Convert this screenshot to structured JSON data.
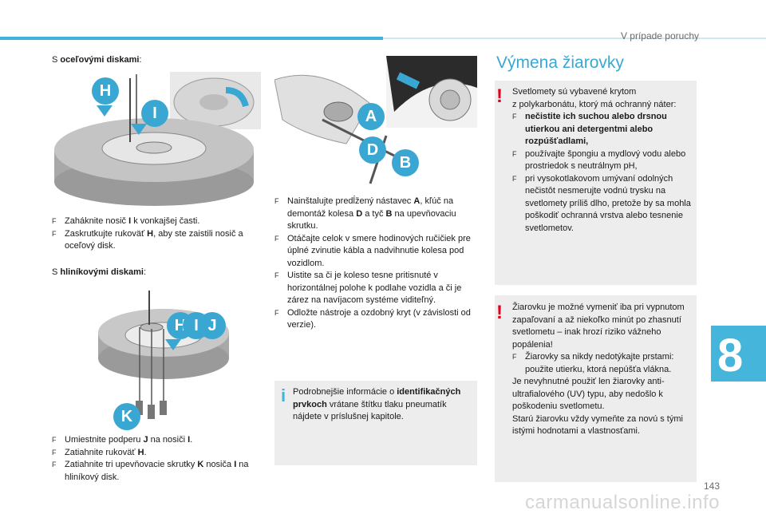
{
  "header": {
    "section_title": "V prípade poruchy"
  },
  "footer": {
    "page_number": "143",
    "watermark": "carmanualsonline.info"
  },
  "chapter": {
    "number": "8"
  },
  "col1": {
    "steel_intro_prefix": "S ",
    "steel_intro_bold": "oceľovými diskami",
    "steel_intro_suffix": ":",
    "steel_b1_a": "Zaháknite nosič ",
    "steel_b1_b": "I",
    "steel_b1_c": " k vonkajšej časti.",
    "steel_b2_a": "Zaskrutkujte rukoväť ",
    "steel_b2_b": "H",
    "steel_b2_c": ", aby ste zaistili nosič a oceľový disk.",
    "alu_intro_prefix": "S ",
    "alu_intro_bold": "hliníkovými diskami",
    "alu_intro_suffix": ":",
    "alu_b1_a": "Umiestnite podperu ",
    "alu_b1_b": "J",
    "alu_b1_c": " na nosiči ",
    "alu_b1_d": "I",
    "alu_b1_e": ".",
    "alu_b2_a": "Zatiahnite rukoväť ",
    "alu_b2_b": "H",
    "alu_b2_c": ".",
    "alu_b3_a": "Zatiahnite tri upevňovacie skrutky ",
    "alu_b3_b": "K",
    "alu_b3_c": " nosiča ",
    "alu_b3_d": "I",
    "alu_b3_e": " na hliníkový disk."
  },
  "figs": {
    "h": "H",
    "i": "I",
    "j": "J",
    "k": "K",
    "a": "A",
    "d": "D",
    "b": "B"
  },
  "col2": {
    "b1_a": "Nainštalujte predĺžený nástavec ",
    "b1_b": "A",
    "b1_c": ", kľúč na demontáž kolesa ",
    "b1_d": "D",
    "b1_e": " a tyč ",
    "b1_f": "B",
    "b1_g": " na upevňovaciu skrutku.",
    "b2": "Otáčajte celok v smere hodinových ručičiek pre úplné zvinutie kábla a nadvihnutie kolesa pod vozidlom.",
    "b3": "Uistite sa či je koleso tesne pritisnuté v horizontálnej polohe k podlahe vozidla a či je zárez na navíjacom systéme viditeľný.",
    "b4": "Odložte nástroje a ozdobný kryt (v závislosti od verzie).",
    "info_a": "Podrobnejšie informácie o ",
    "info_b": "identifikačných prvkoch",
    "info_c": " vrátane štítku tlaku pneumatík nájdete v príslušnej kapitole.",
    "info_icon": "i"
  },
  "col3": {
    "title": "Výmena žiarovky",
    "p1_l1": "Svetlomety sú vybavené krytom",
    "p1_l2": "z polykarbonátu, ktorý má ochranný náter:",
    "p1_b1": "nečistite ich suchou alebo drsnou utierkou ani detergentmi alebo rozpúšťadlami,",
    "p1_b2": "používajte špongiu a mydlový vodu alebo prostriedok s neutrálnym pH,",
    "p1_b3": "pri vysokotlakovom umývaní odolných nečistôt nesmerujte vodnú trysku na svetlomety príliš dlho, pretože by sa mohla poškodiť ochranná vrstva alebo tesnenie svetlometov.",
    "p2_l1": "Žiarovku je možné vymeniť iba pri vypnutom zapaľovaní a až niekoľko minút po zhasnutí svetlometu – inak hrozí riziko vážneho popálenia!",
    "p2_b1": "Žiarovky sa nikdy nedotýkajte prstami: použite utierku, ktorá nepúšťa vlákna.",
    "p2_l2": "Je nevyhnutné použiť len žiarovky anti-ultrafialového (UV) typu, aby nedošlo k poškodeniu svetlometu.",
    "p2_l3": "Starú žiarovku vždy vymeňte za novú s tými istými hodnotami a vlastnosťami.",
    "warn_icon": "!"
  }
}
